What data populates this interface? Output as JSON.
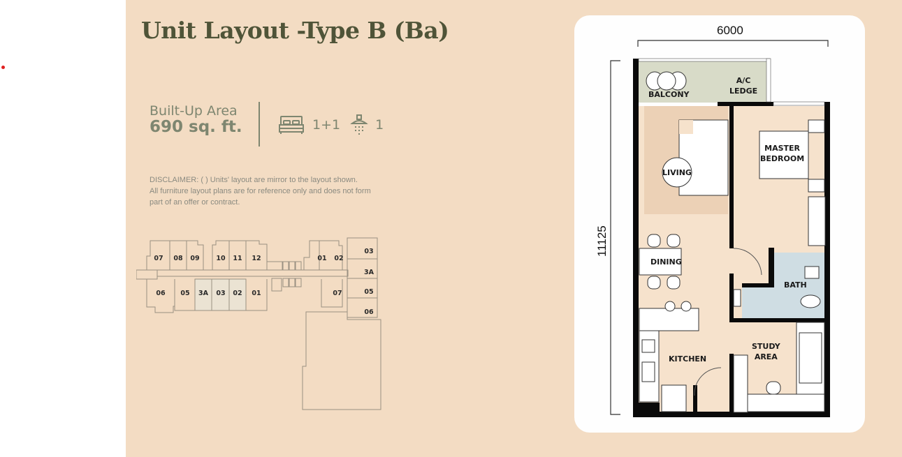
{
  "page": {
    "title": "Unit Layout -Type B (Ba)"
  },
  "summary": {
    "built_up_label": "Built-Up Area",
    "built_up_value": "690 sq. ft.",
    "bedrooms": "1+1",
    "bathrooms": "1",
    "bed_icon": "bed-icon",
    "shower_icon": "shower-icon"
  },
  "disclaimer": {
    "line1": "DISCLAIMER: ( ) Units' layout are mirror to the layout shown.",
    "line2": "All furniture layout plans are for reference only and does not form",
    "line3": "part of an offer or contract."
  },
  "key_plan": {
    "top_row_left": [
      "07",
      "08",
      "09",
      "10",
      "11",
      "12"
    ],
    "bottom_row_left": [
      "06",
      "05",
      "3A",
      "03",
      "02",
      "01"
    ],
    "highlighted": [
      "3A",
      "03",
      "02"
    ],
    "top_row_right": [
      "01",
      "02"
    ],
    "bottom_row_right": [
      "07"
    ],
    "right_column": [
      "03",
      "3A",
      "05",
      "06"
    ]
  },
  "floor_plan": {
    "width_dim": "6000",
    "height_dim": "11125",
    "rooms": {
      "balcony": "BALCONY",
      "ac_ledge_1": "A/C",
      "ac_ledge_2": "LEDGE",
      "living": "LIVING",
      "master_1": "MASTER",
      "master_2": "BEDROOM",
      "dining": "DINING",
      "bath": "BATH",
      "kitchen": "KITCHEN",
      "study_1": "STUDY",
      "study_2": "AREA"
    },
    "colors": {
      "wall": "#0a0a0a",
      "floor": "#f6e2cc",
      "living_floor": "#ecd1b6",
      "balcony": "#d8dbc8",
      "bath": "#cfdde3"
    }
  },
  "colors": {
    "background": "#f3dcc3",
    "title": "#4f5438",
    "accent_text": "#7e8670",
    "card": "#fefefe"
  }
}
